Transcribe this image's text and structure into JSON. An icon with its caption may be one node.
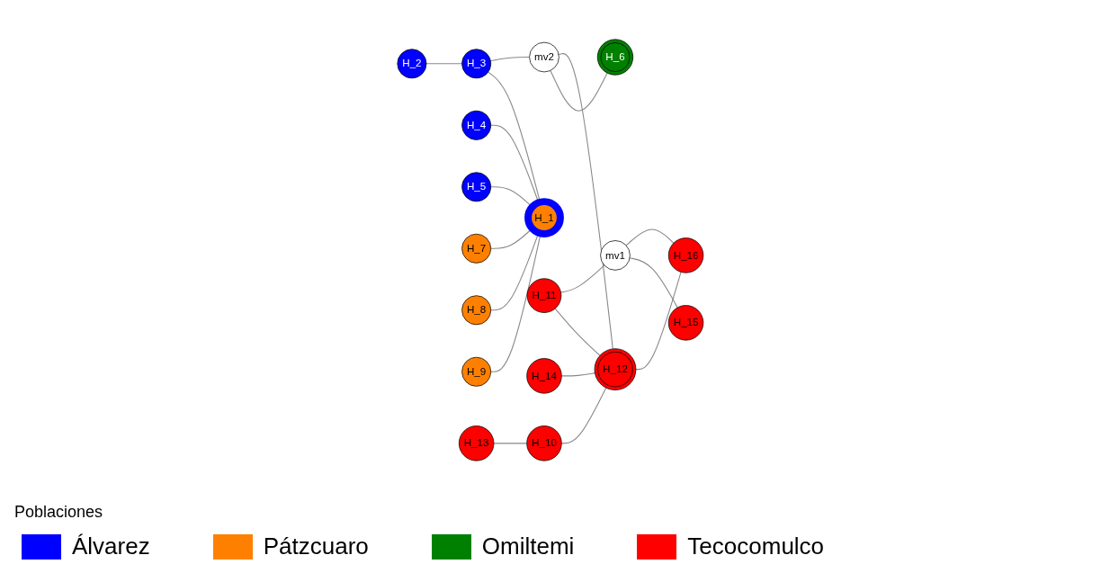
{
  "diagram": {
    "nodes": [
      {
        "text": [
          "H_1"
        ]
      },
      {
        "text": [
          "H_2"
        ]
      },
      {
        "text": [
          "H_3"
        ]
      },
      {
        "text": [
          "H_4"
        ]
      },
      {
        "text": [
          "H_5"
        ]
      },
      {
        "text": [
          "H_6"
        ]
      },
      {
        "text": [
          "H_7"
        ]
      },
      {
        "text": [
          "H_8"
        ]
      },
      {
        "text": [
          "H_9"
        ]
      },
      {
        "text": [
          "H_10"
        ]
      },
      {
        "text": [
          "H_11"
        ]
      },
      {
        "text": [
          "H_12"
        ]
      },
      {
        "text": [
          "H_13"
        ]
      },
      {
        "text": [
          "H_14"
        ]
      },
      {
        "text": [
          "H_15"
        ]
      },
      {
        "text": [
          "H_16"
        ]
      },
      {
        "text": [
          "mv1"
        ]
      },
      {
        "text": [
          "mv2"
        ]
      }
    ],
    "edges": [
      {
        "from": 1,
        "to": 2,
        "arrow": "none"
      },
      {
        "from": 2,
        "to": 0,
        "arrow": "none"
      },
      {
        "from": 4,
        "to": 0,
        "arrow": "none"
      },
      {
        "from": 3,
        "to": 0,
        "arrow": "none"
      },
      {
        "from": 6,
        "to": 0,
        "arrow": "none"
      },
      {
        "from": 7,
        "to": 0,
        "arrow": "none"
      },
      {
        "from": 8,
        "to": 0,
        "arrow": "none"
      },
      {
        "from": 2,
        "to": 17,
        "arrow": "none"
      },
      {
        "from": 17,
        "to": 5,
        "arrow": "none"
      },
      {
        "from": 17,
        "to": 11,
        "arrow": "none"
      },
      {
        "from": 12,
        "to": 9,
        "arrow": "none"
      },
      {
        "from": 9,
        "to": 11,
        "arrow": "none"
      },
      {
        "from": 13,
        "to": 11,
        "arrow": "none"
      },
      {
        "from": 10,
        "to": 11,
        "arrow": "none"
      },
      {
        "from": 10,
        "to": 16,
        "arrow": "none"
      },
      {
        "from": 16,
        "to": 14,
        "arrow": "none"
      },
      {
        "from": 16,
        "to": 15,
        "arrow": "none"
      },
      {
        "from": 11,
        "to": 15,
        "arrow": "none"
      }
    ],
    "labels": [
      "Poblaciones"
    ],
    "legend": [
      {
        "text": "Álvarez",
        "color": "#0000ff"
      },
      {
        "text": "Pátzcuaro",
        "color": "#ff8000"
      },
      {
        "text": "Omiltemi",
        "color": "#008000"
      },
      {
        "text": "Tecocomulco",
        "color": "#ff0000"
      }
    ]
  }
}
